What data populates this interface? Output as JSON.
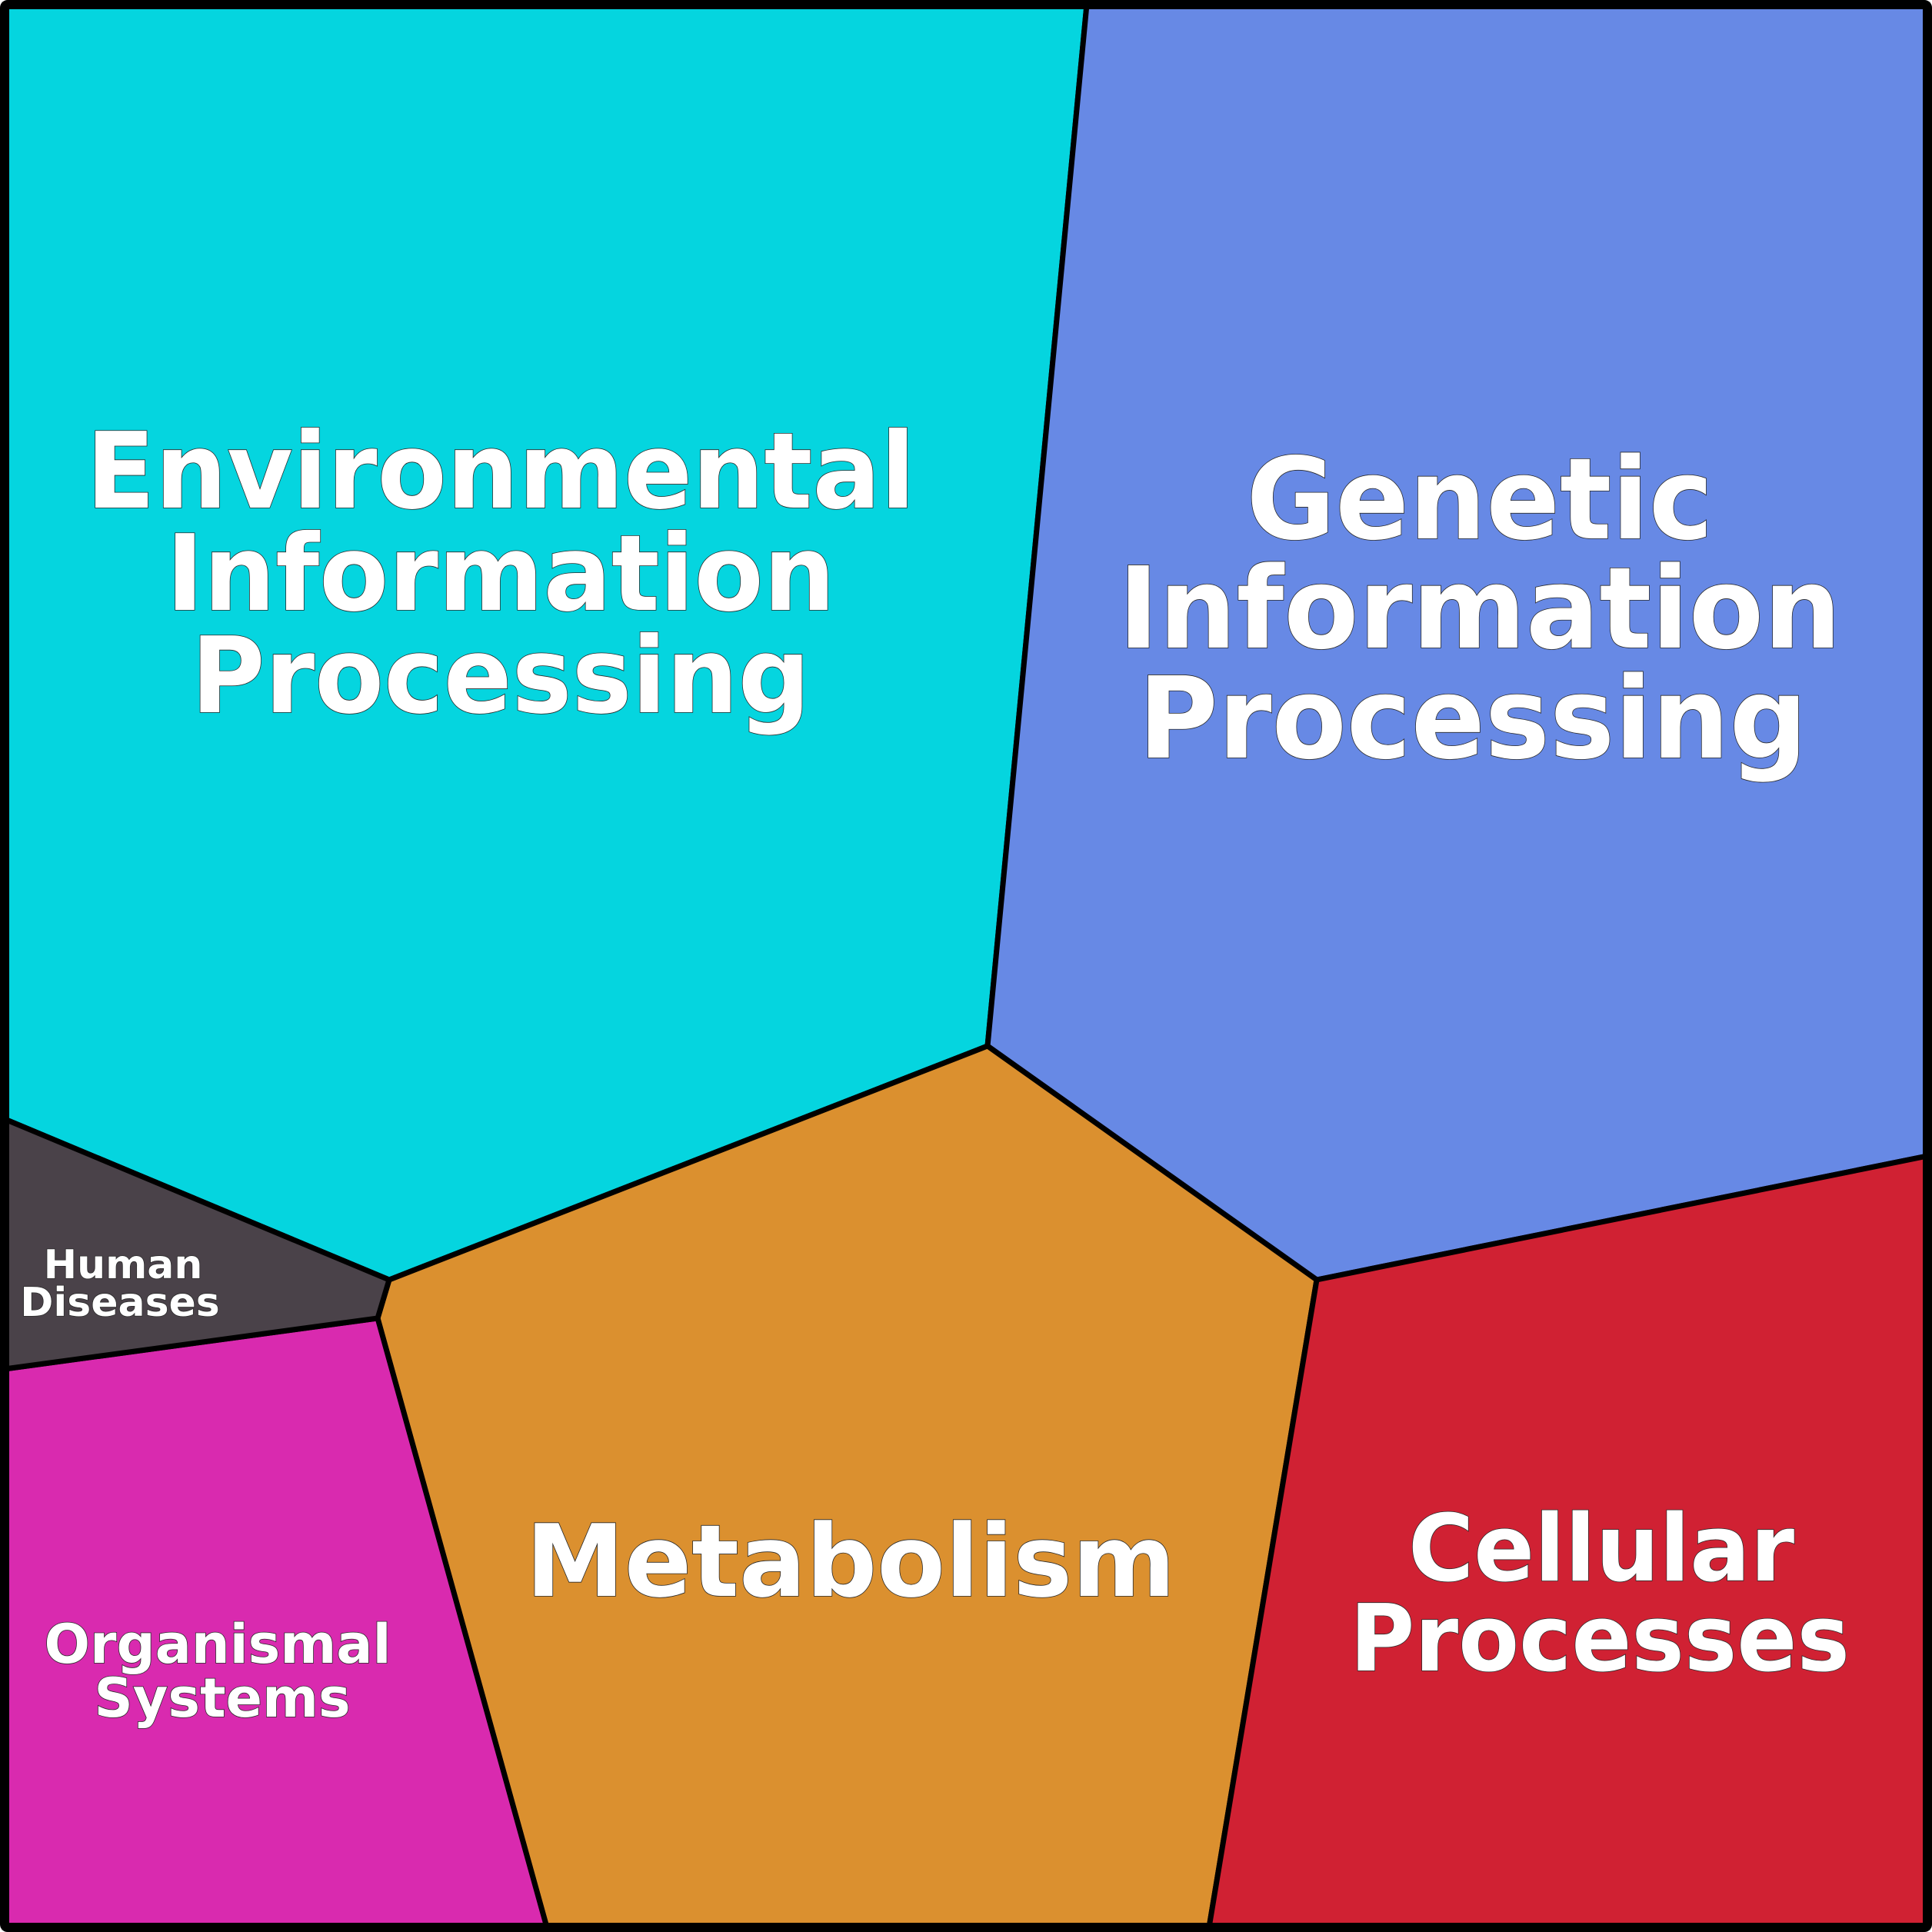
{
  "diagram": {
    "type": "voronoi-treemap",
    "regions": [
      {
        "id": "environmental",
        "lines": [
          "Environmental",
          "Information",
          "Processing"
        ],
        "color": "#05D5DF"
      },
      {
        "id": "genetic",
        "lines": [
          "Genetic",
          "Information",
          "Processing"
        ],
        "color": "#6789E5"
      },
      {
        "id": "metabolism",
        "lines": [
          "Metabolism"
        ],
        "color": "#DB902F"
      },
      {
        "id": "cellular",
        "lines": [
          "Cellular",
          "Processes"
        ],
        "color": "#D02133"
      },
      {
        "id": "organismal",
        "lines": [
          "Organismal",
          "Systems"
        ],
        "color": "#D92AAF"
      },
      {
        "id": "human-diseases",
        "lines": [
          "Human",
          "Diseases"
        ],
        "color": "#4A4249"
      }
    ],
    "border_color": "#000000",
    "text_color": "#FFFFFF"
  }
}
